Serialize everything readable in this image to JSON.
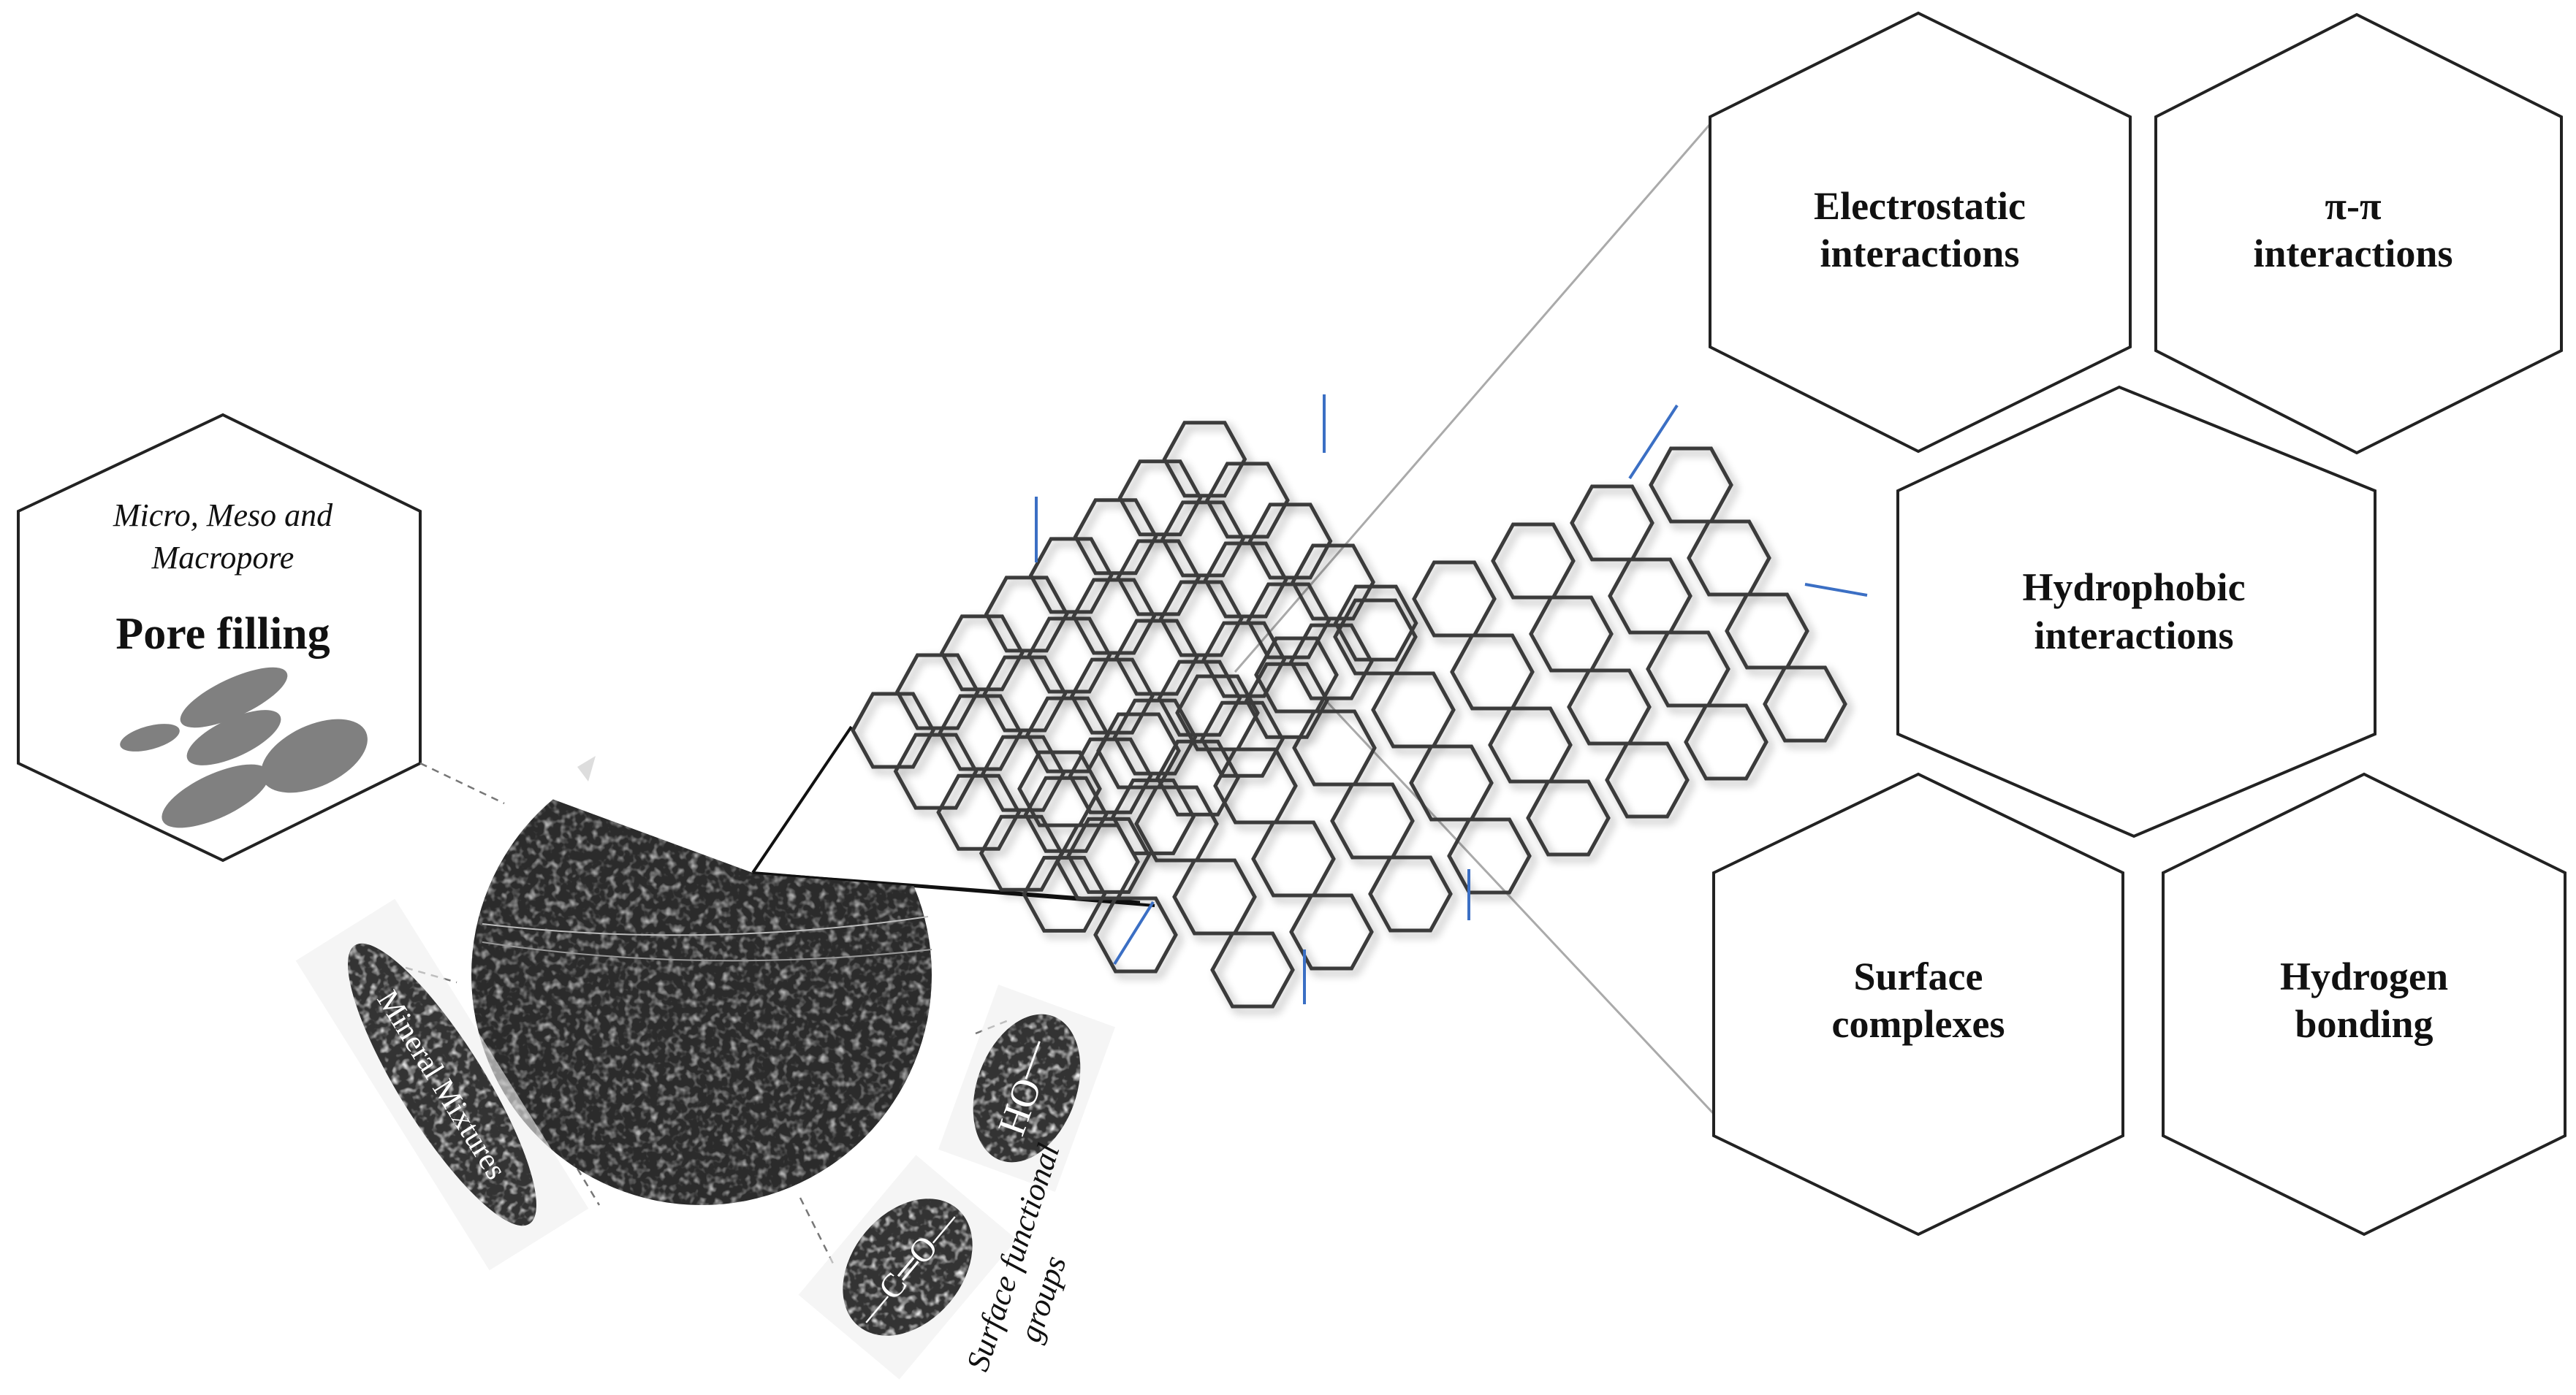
{
  "pore_box": {
    "subtitle_line1": "Micro, Meso and",
    "subtitle_line2": "Macropore",
    "title": "Pore filling"
  },
  "mineral_label": "Mineral Mixtures",
  "functional_groups": {
    "hydroxyl": "—OH",
    "carbonyl": "—C═O—",
    "label_line1": "Surface functional",
    "label_line2": "groups"
  },
  "mechanisms": [
    {
      "line1": "Electrostatic",
      "line2": "interactions"
    },
    {
      "line1": "π-π",
      "line2": "interactions"
    },
    {
      "line1": "Hydrophobic",
      "line2": "interactions"
    },
    {
      "line1": "Surface",
      "line2": "complexes"
    },
    {
      "line1": "Hydrogen",
      "line2": "bonding"
    }
  ],
  "colors": {
    "hex_stroke": "#3a3a3a",
    "bond_color": "#3b6fc4",
    "particle_dark": "#2b2b2b",
    "ellipse_gray": "#7a7a7a"
  }
}
